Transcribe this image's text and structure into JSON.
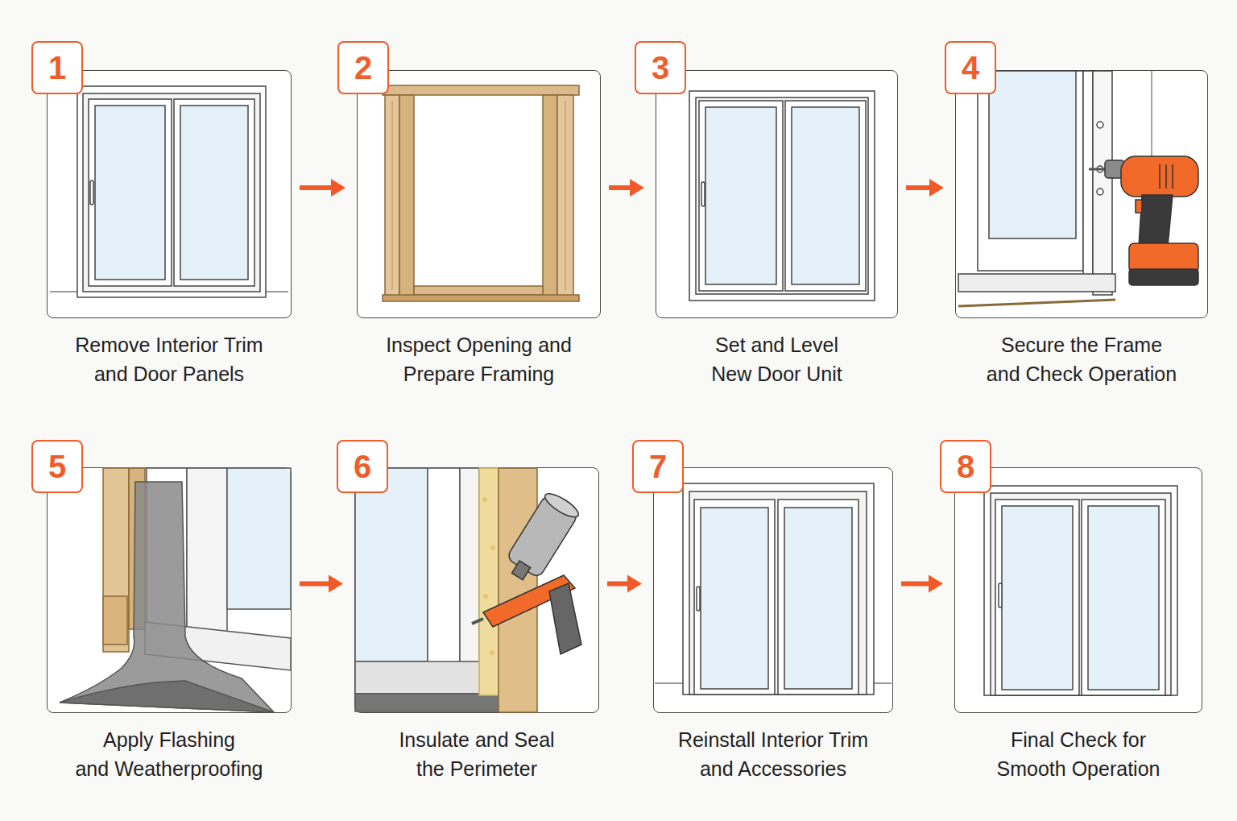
{
  "diagram": {
    "nodes": [
      {
        "text": [
          "Remove Interior Trim and Door Panels"
        ]
      },
      {
        "text": [
          "1"
        ],
        "in": 0
      },
      {
        "text": [
          "Inspect Opening and Prepare Framing"
        ]
      },
      {
        "text": [
          "2"
        ],
        "in": 2
      },
      {
        "text": [
          "Set and Level New Door Unit"
        ]
      },
      {
        "text": [
          "3"
        ],
        "in": 4
      },
      {
        "text": [
          "Secure the Frame and Check Operation"
        ]
      },
      {
        "text": [
          "4"
        ],
        "in": 6
      },
      {
        "text": [
          "Apply Flashing and Weatherproofing"
        ]
      },
      {
        "text": [
          "5"
        ],
        "in": 8
      },
      {
        "text": [
          "Insulate and Seal the Perimeter"
        ]
      },
      {
        "text": [
          "6"
        ],
        "in": 10
      },
      {
        "text": [
          "Reinstall Interior Trim and Accessories"
        ]
      },
      {
        "text": [
          "7"
        ],
        "in": 12
      },
      {
        "text": [
          "Final Check for Smooth Operation"
        ]
      },
      {
        "text": [
          "8"
        ],
        "in": 14
      }
    ],
    "edges": [
      {
        "from": 0,
        "to": 2,
        "arrow": "to"
      },
      {
        "from": 2,
        "to": 4,
        "arrow": "to"
      },
      {
        "from": 4,
        "to": 6,
        "arrow": "to"
      },
      {
        "from": 8,
        "to": 10,
        "arrow": "to"
      },
      {
        "from": 10,
        "to": 12,
        "arrow": "to"
      },
      {
        "from": 12,
        "to": 14,
        "arrow": "to"
      }
    ]
  }
}
